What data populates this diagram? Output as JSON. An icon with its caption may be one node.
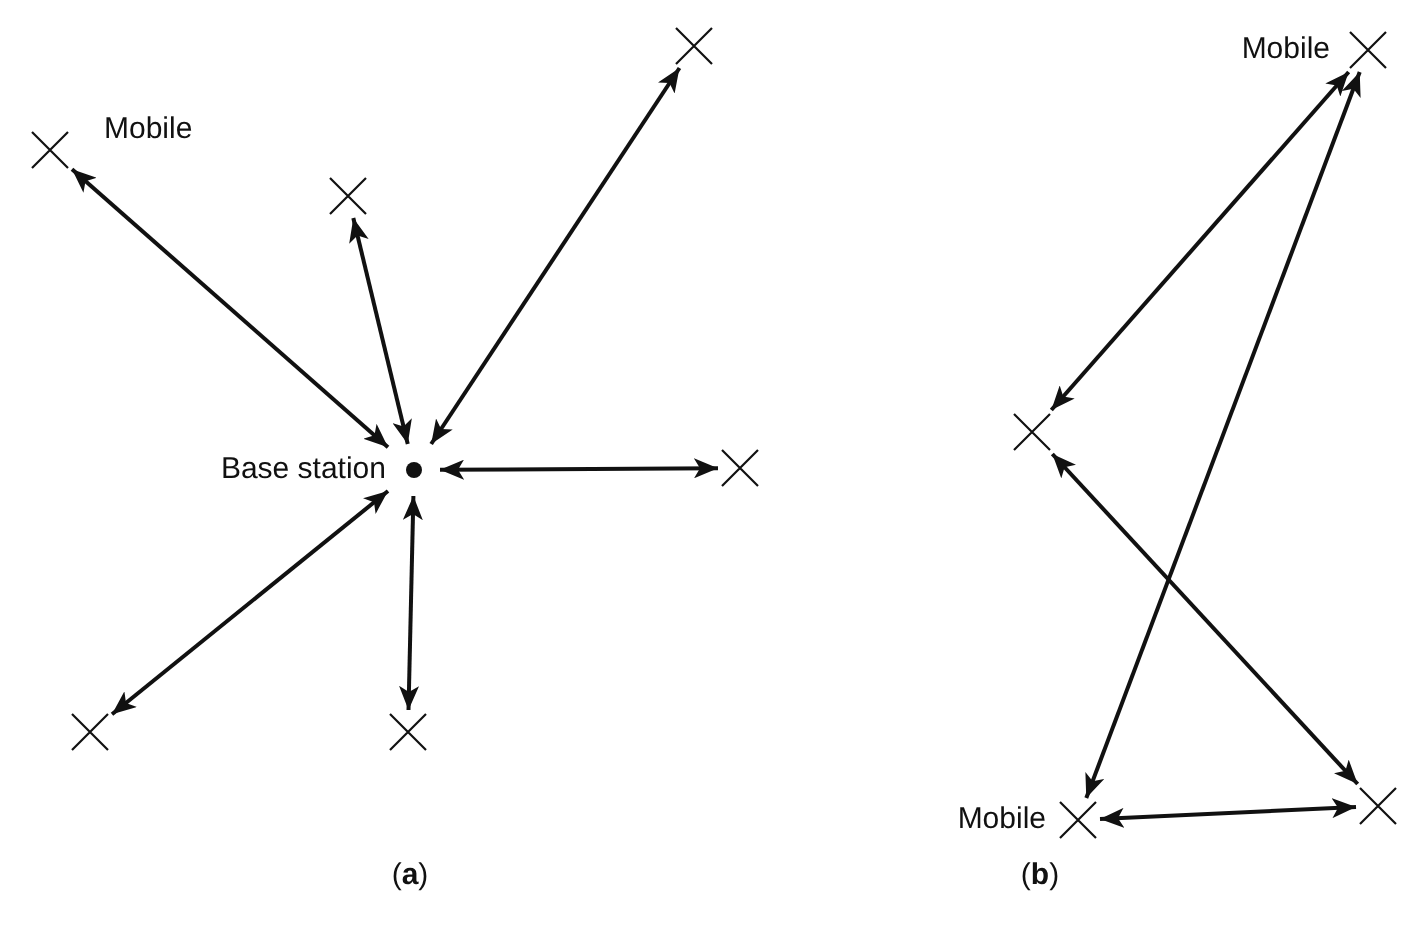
{
  "diagram": {
    "nodes": [
      {
        "text": [],
        "shape": "circle",
        "beside": [
          "Base station"
        ]
      },
      {
        "text": [],
        "shape": "cross",
        "beside": [
          "Mobile"
        ]
      },
      {
        "text": [],
        "shape": "cross"
      },
      {
        "text": [],
        "shape": "cross"
      },
      {
        "text": [],
        "shape": "cross"
      },
      {
        "text": [],
        "shape": "cross"
      },
      {
        "text": [],
        "shape": "cross"
      },
      {
        "text": [],
        "shape": "cross",
        "beside": [
          "Mobile"
        ]
      },
      {
        "text": [],
        "shape": "cross"
      },
      {
        "text": [],
        "shape": "cross",
        "beside": [
          "Mobile"
        ]
      },
      {
        "text": [],
        "shape": "cross"
      }
    ],
    "edges": [
      {
        "from": 0,
        "to": 1,
        "arrow": "both"
      },
      {
        "from": 0,
        "to": 2,
        "arrow": "both"
      },
      {
        "from": 0,
        "to": 3,
        "arrow": "both"
      },
      {
        "from": 0,
        "to": 4,
        "arrow": "both"
      },
      {
        "from": 0,
        "to": 5,
        "arrow": "both"
      },
      {
        "from": 0,
        "to": 6,
        "arrow": "both"
      },
      {
        "from": 7,
        "to": 8,
        "arrow": "both"
      },
      {
        "from": 7,
        "to": 9,
        "arrow": "both"
      },
      {
        "from": 8,
        "to": 10,
        "arrow": "both"
      },
      {
        "from": 9,
        "to": 10,
        "arrow": "both"
      }
    ],
    "labels": [
      "(**a**)",
      "(**b**)"
    ]
  }
}
